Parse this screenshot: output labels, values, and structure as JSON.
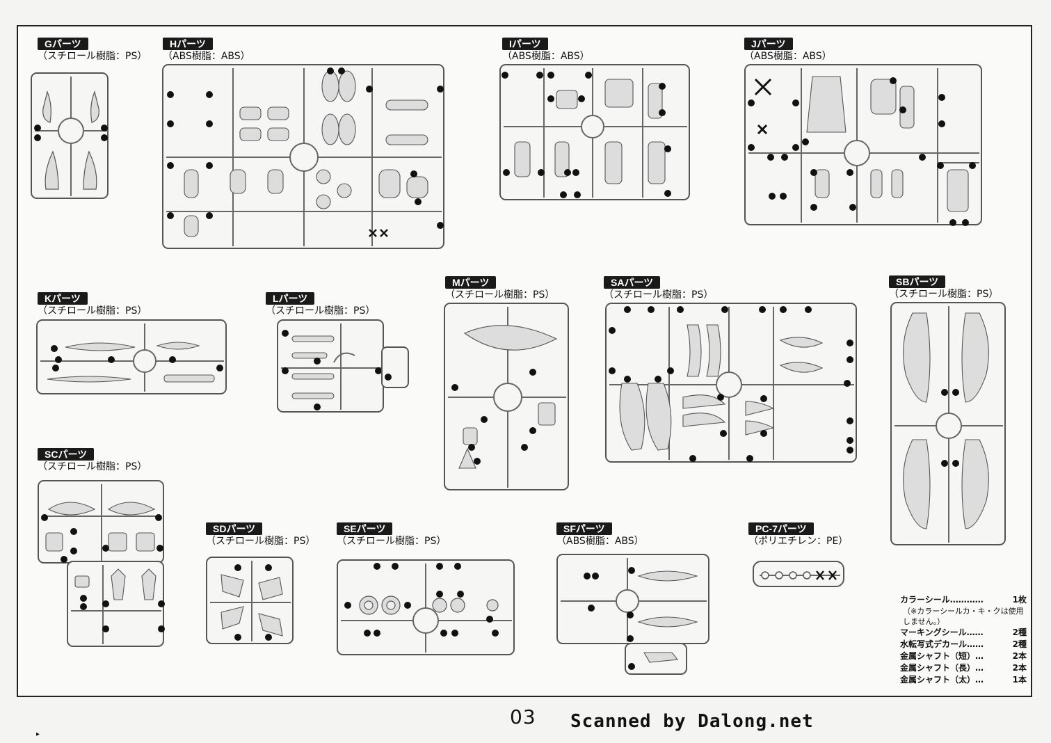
{
  "page": {
    "number": "03",
    "scan_credit": "Scanned by Dalong.net"
  },
  "groups": [
    {
      "tag": "Gパーツ",
      "material": "（スチロール樹脂：PS）"
    },
    {
      "tag": "Hパーツ",
      "material": "（ABS樹脂：ABS）"
    },
    {
      "tag": "Iパーツ",
      "material": "（ABS樹脂：ABS）"
    },
    {
      "tag": "Jパーツ",
      "material": "（ABS樹脂：ABS）"
    },
    {
      "tag": "Kパーツ",
      "material": "（スチロール樹脂：PS）"
    },
    {
      "tag": "Lパーツ",
      "material": "（スチロール樹脂：PS）"
    },
    {
      "tag": "Mパーツ",
      "material": "（スチロール樹脂：PS）"
    },
    {
      "tag": "SAパーツ",
      "material": "（スチロール樹脂：PS）"
    },
    {
      "tag": "SBパーツ",
      "material": "（スチロール樹脂：PS）"
    },
    {
      "tag": "SCパーツ",
      "material": "（スチロール樹脂：PS）"
    },
    {
      "tag": "SDパーツ",
      "material": "（スチロール樹脂：PS）"
    },
    {
      "tag": "SEパーツ",
      "material": "（スチロール樹脂：PS）"
    },
    {
      "tag": "SFパーツ",
      "material": "（ABS樹脂：ABS）"
    },
    {
      "tag": "PC-7パーツ",
      "material": "（ポリエチレン：PE）"
    }
  ],
  "legend": {
    "color_seal": {
      "label": "カラーシール…………",
      "count": "1枚"
    },
    "color_seal_note": "（※カラーシールカ・キ・クは使用しません。）",
    "marking_seal": {
      "label": "マーキングシール……",
      "count": "2種"
    },
    "water_decal": {
      "label": "水転写式デカール……",
      "count": "2種"
    },
    "shaft_short": {
      "label": "金属シャフト（短）…",
      "count": "2本"
    },
    "shaft_long": {
      "label": "金属シャフト（長）…",
      "count": "2本"
    },
    "shaft_thick": {
      "label": "金属シャフト（太）…",
      "count": "1本"
    }
  }
}
